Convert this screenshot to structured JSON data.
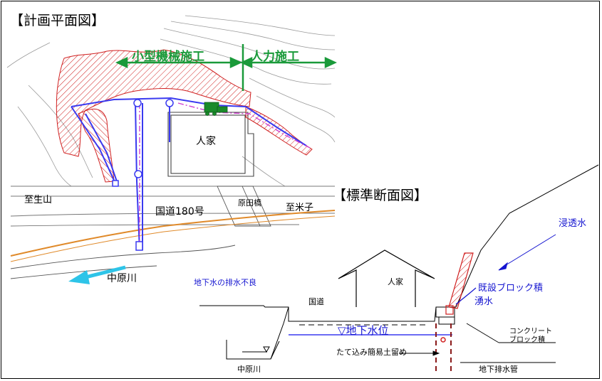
{
  "plan": {
    "title": "【計画平面図】",
    "small_machine_label": "小型機械施工",
    "manual_label": "人力施工",
    "house_label": "人家",
    "road_label": "国道180号",
    "bridge_label": "原田橋",
    "to_ikuyama": "至生山",
    "to_yonago": "至米子",
    "river_label": "中原川"
  },
  "section": {
    "title": "【標準断面図】",
    "house_label": "人家",
    "road_label": "国道",
    "river_label": "中原川",
    "groundwater_poor": "地下水の排水不良",
    "groundwater_level": "▽地下水位",
    "existing_block": "既設ブロック積",
    "spring_water": "湧水",
    "seepage_water": "浸透水",
    "concrete_block_1": "コンクリート",
    "concrete_block_2": "ブロック積",
    "retaining": "たて込み簡易土留め",
    "drain_pipe": "地下排水管"
  },
  "colors": {
    "green": "#1a9a3a",
    "blue": "#1515d0",
    "red": "#d02020",
    "orange": "#e08a2a",
    "cyan_arrow": "#2ec4e8"
  }
}
